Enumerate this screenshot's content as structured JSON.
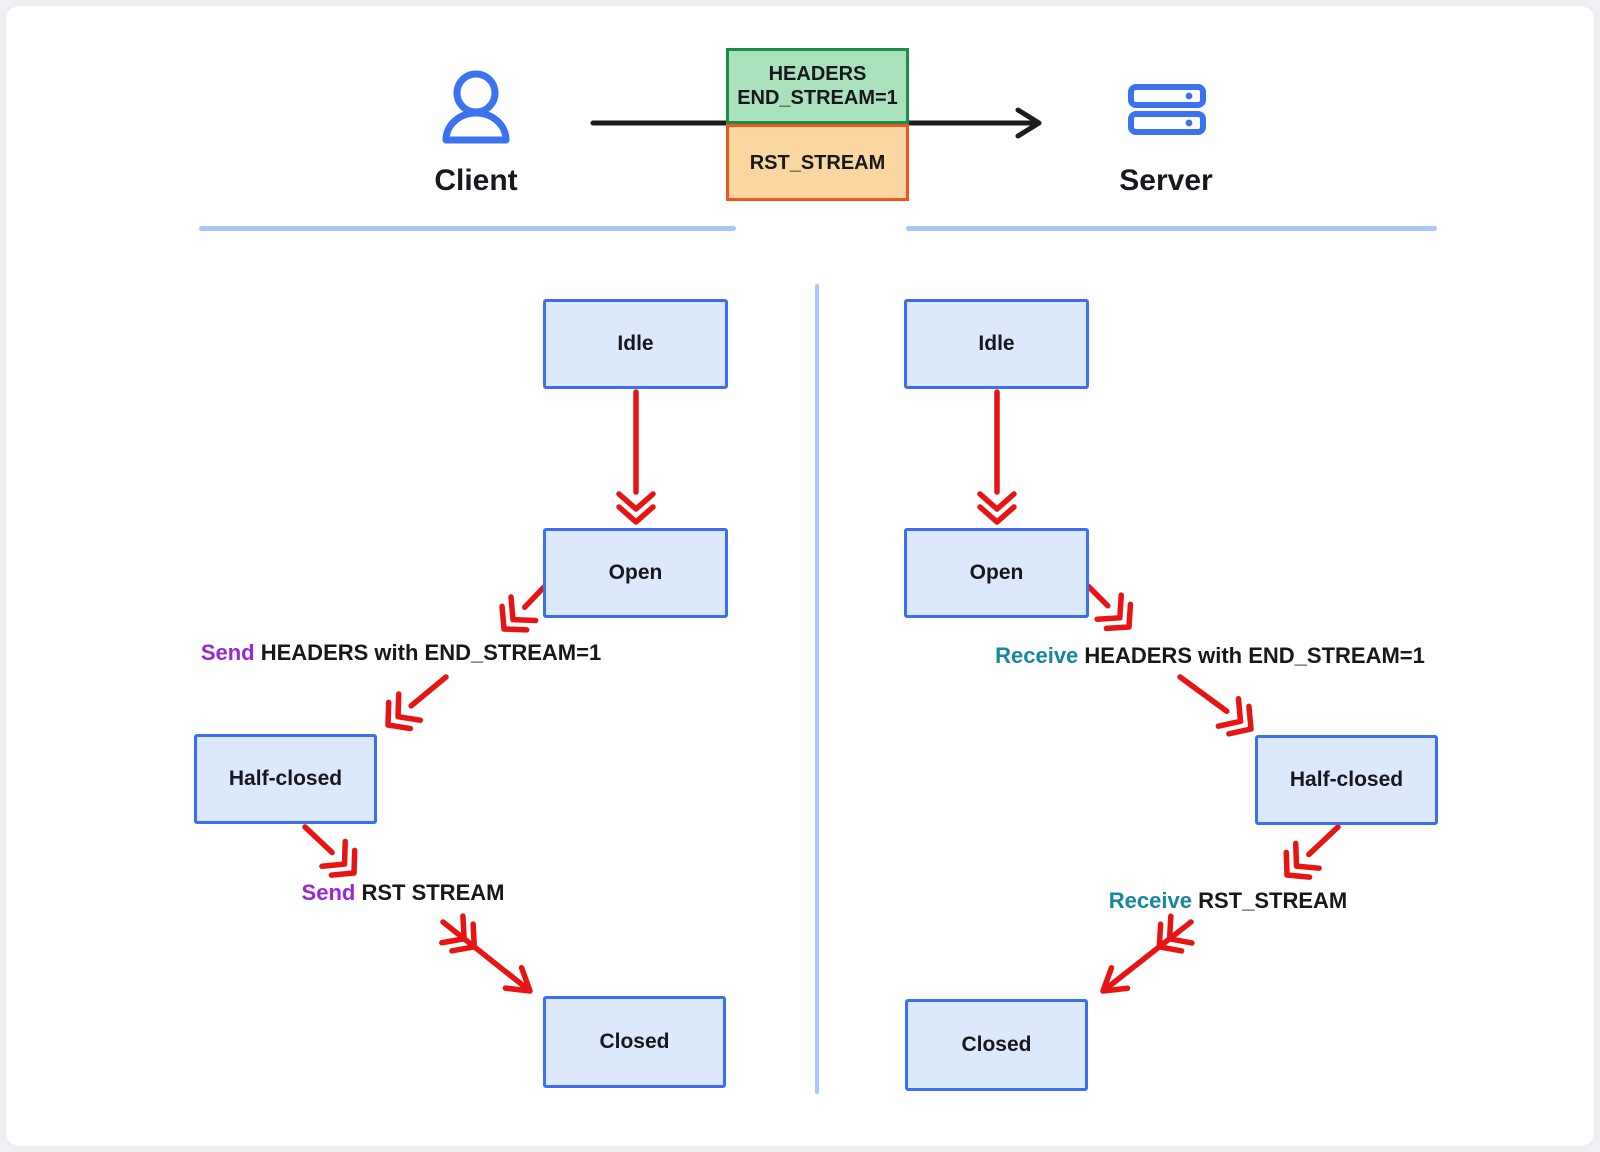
{
  "header": {
    "client": {
      "label": "Client"
    },
    "server": {
      "label": "Server"
    },
    "frames": {
      "headers": {
        "line1": "HEADERS",
        "line2": "END_STREAM=1"
      },
      "rst": {
        "label": "RST_STREAM"
      }
    }
  },
  "client_states": {
    "idle": "Idle",
    "open": "Open",
    "half_closed": "Half-closed",
    "closed": "Closed"
  },
  "server_states": {
    "idle": "Idle",
    "open": "Open",
    "half_closed": "Half-closed",
    "closed": "Closed"
  },
  "transitions": {
    "client_headers": {
      "action": "Send",
      "rest": "HEADERS with END_STREAM=1"
    },
    "client_rst": {
      "action": "Send",
      "rest": "RST STREAM"
    },
    "server_headers": {
      "action": "Receive",
      "rest": "HEADERS with END_STREAM=1"
    },
    "server_rst": {
      "action": "Receive",
      "rest": "RST_STREAM"
    }
  },
  "colors": {
    "accent_blue": "#3b6ef2",
    "state_box_fill": "#dce9fc",
    "arrow_red": "#e81414",
    "send_purple": "#9a27d6",
    "receive_teal": "#17879e",
    "headers_frame_border": "#1d8c4b",
    "headers_frame_fill": "#a9e2ba",
    "rst_frame_border": "#f0551f",
    "rst_frame_fill": "#fad7a0",
    "rule_blue": "#a9c7f7",
    "icon_blue": "#3b72f0",
    "arrow_black": "#1c1c1c",
    "text_dark": "#17171d"
  },
  "icons": {
    "client": "person-icon",
    "server": "server-rack-icon"
  }
}
